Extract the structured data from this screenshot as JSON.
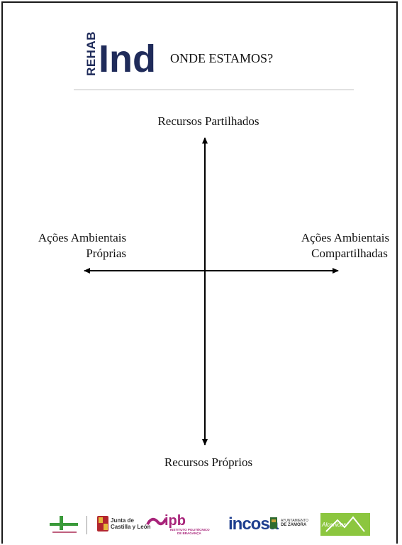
{
  "header": {
    "logo_top": "REHAB",
    "logo_main": "Ind",
    "title": "ONDE ESTAMOS?"
  },
  "diagram": {
    "top_label": "Recursos Partilhados",
    "bottom_label": "Recursos Próprios",
    "left_label_line1": "Ações Ambientais",
    "left_label_line2": "Próprias",
    "right_label_line1": "Ações Ambientais",
    "right_label_line2": "Compartilhadas"
  },
  "footer_logos": {
    "junta": {
      "line1": "Junta de",
      "line2": "Castilla y León"
    },
    "ipb": {
      "main": "ipb",
      "line1": "INSTITUTO POLITÉCNICO",
      "line2": "DE BRAGANÇA"
    },
    "incosa": {
      "main": "incosa"
    },
    "zamora": {
      "line1": "AYUNTAMIENTO",
      "line2": "DE ZAMORA"
    },
    "alcanices": {
      "main": "Alcañices"
    }
  },
  "colors": {
    "brand_navy": "#1f2b5a",
    "green": "#3a9a3a",
    "magenta": "#a8247a",
    "lime": "#8cc63f"
  }
}
